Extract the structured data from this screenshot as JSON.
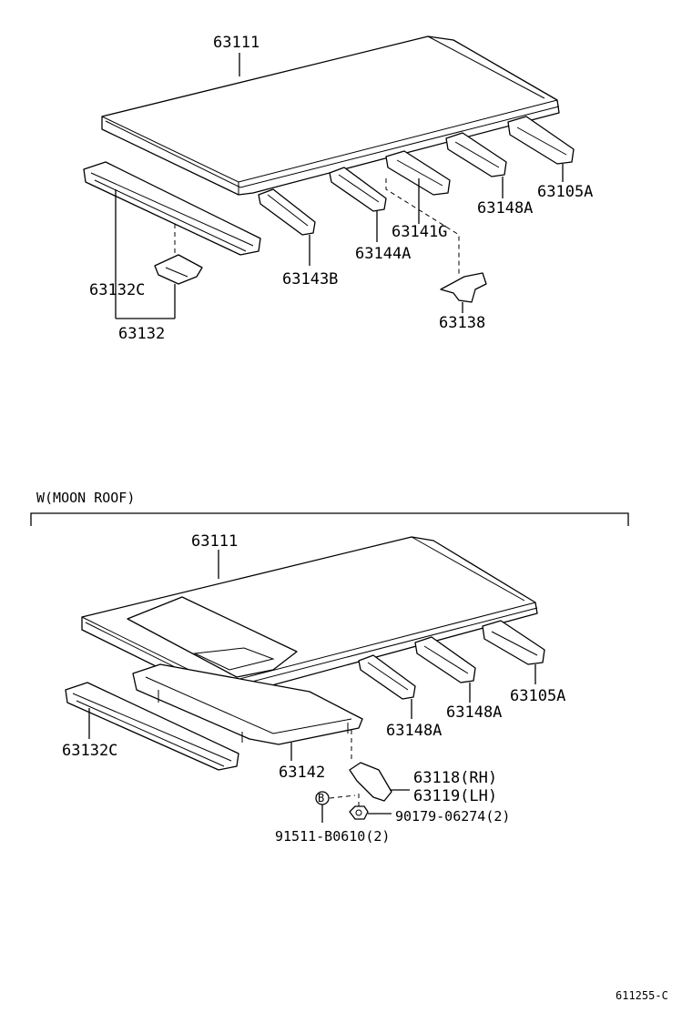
{
  "section_top": {
    "labels": {
      "roof_panel": "63111",
      "front_header": "63132C",
      "front_header_assy": "63132",
      "bow_1": "63143B",
      "bow_2": "63144A",
      "bow_3": "63141G",
      "bow_4": "63148A",
      "rear_header": "63105A",
      "bracket": "63138"
    }
  },
  "section_moonroof": {
    "heading": "W(MOON ROOF)",
    "labels": {
      "roof_panel": "63111",
      "front_header": "63132C",
      "housing": "63142",
      "bow_1": "63148A",
      "bow_2": "63148A",
      "rear_header": "63105A",
      "bracket_rh": "63118(RH)",
      "bracket_lh": "63119(LH)",
      "nut": "90179-06274(2)",
      "bolt": "91511-B0610(2)",
      "bolt_marker": "B"
    }
  },
  "footer": {
    "code": "611255-C"
  }
}
